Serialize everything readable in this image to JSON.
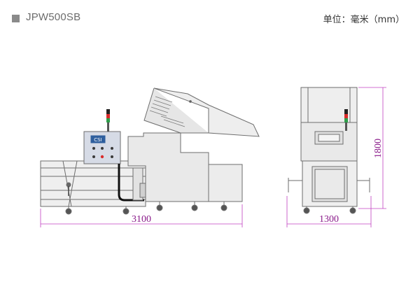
{
  "header": {
    "model": "JPW500SB",
    "unit": "单位：毫米（mm）"
  },
  "drawing": {
    "side_view": {
      "length_label": "3100",
      "panel_text": "CSI"
    },
    "front_view": {
      "width_label": "1300",
      "height_label": "1800"
    },
    "colors": {
      "dimension": "#c040c0",
      "outline": "#6e6e6e",
      "body": "#e9e9e9",
      "panel": "#d6dbe6",
      "signal_red": "#d92b2b",
      "signal_green": "#2e9e4a"
    }
  }
}
